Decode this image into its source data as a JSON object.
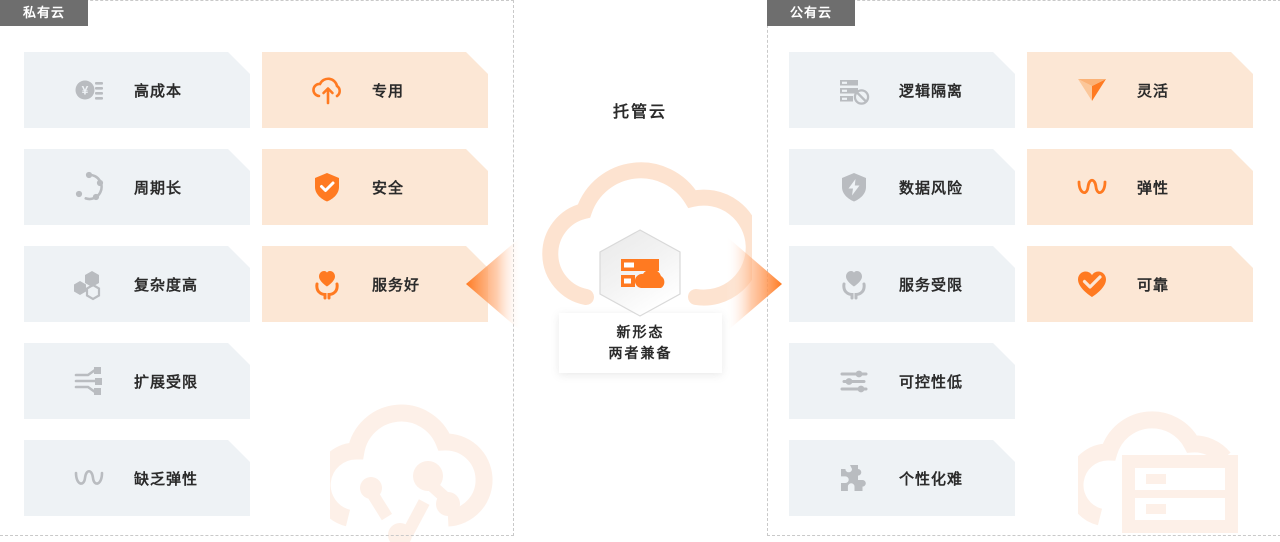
{
  "colors": {
    "accent_orange": "#ff7a21",
    "card_orange_bg": "#fce7d5",
    "card_gray_bg": "#eef2f5",
    "tab_gray": "#6e6e6e",
    "icon_gray": "#b9bcc0",
    "text_dark": "#2b2b2b",
    "watermark": "#fdf0e8",
    "dash_border": "#c9c9c9"
  },
  "private": {
    "tab_label": "私有云",
    "cons": [
      {
        "label": "高成本",
        "icon": "coins-yen-icon"
      },
      {
        "label": "周期长",
        "icon": "cycle-nodes-icon"
      },
      {
        "label": "复杂度高",
        "icon": "hexagons-icon"
      },
      {
        "label": "扩展受限",
        "icon": "expand-limited-icon"
      },
      {
        "label": "缺乏弹性",
        "icon": "wave-elasticity-icon"
      }
    ],
    "pros": [
      {
        "label": "专用",
        "icon": "cloud-upload-icon"
      },
      {
        "label": "安全",
        "icon": "shield-check-icon"
      },
      {
        "label": "服务好",
        "icon": "heart-hands-icon"
      }
    ]
  },
  "center": {
    "title": "托管云",
    "badge_line1": "新形态",
    "badge_line2": "两者兼备",
    "hex_icon": "server-cloud-icon",
    "cloud_icon": "cloud-outline-icon",
    "arrow_left": "arrow-left-icon",
    "arrow_right": "arrow-right-icon"
  },
  "public": {
    "tab_label": "公有云",
    "cons": [
      {
        "label": "逻辑隔离",
        "icon": "server-ban-icon"
      },
      {
        "label": "数据风险",
        "icon": "shield-bolt-icon"
      },
      {
        "label": "服务受限",
        "icon": "heart-hands-icon"
      },
      {
        "label": "可控性低",
        "icon": "sliders-icon"
      },
      {
        "label": "个性化难",
        "icon": "puzzle-icon"
      }
    ],
    "pros": [
      {
        "label": "灵活",
        "icon": "paper-plane-icon"
      },
      {
        "label": "弹性",
        "icon": "wave-elasticity-icon"
      },
      {
        "label": "可靠",
        "icon": "heart-check-icon"
      }
    ]
  },
  "watermarks": {
    "left": "cloud-network-watermark",
    "right": "cloud-server-watermark"
  }
}
